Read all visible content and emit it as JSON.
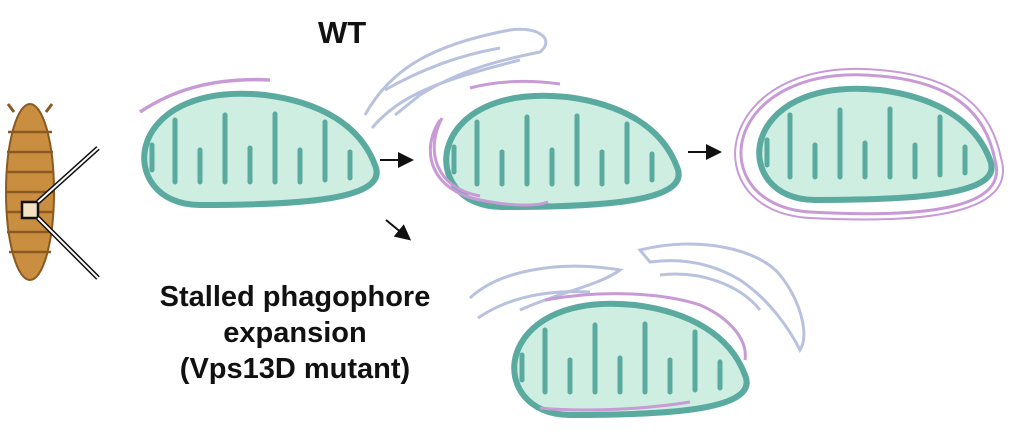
{
  "labels": {
    "wt": "WT",
    "stalled_line1": "Stalled phagophore",
    "stalled_line2": "expansion",
    "stalled_line3": "(Vps13D mutant)"
  },
  "colors": {
    "mito_fill": "#cdeee0",
    "mito_outline": "#5aaa9f",
    "phagophore": "#c89ad6",
    "er_membrane": "#b8c2de",
    "larva_body": "#c98e3f",
    "larva_segment": "#8a5a22",
    "arrow": "#111111"
  },
  "icons": [
    "drosophila-larva-icon",
    "arrow-icon"
  ]
}
